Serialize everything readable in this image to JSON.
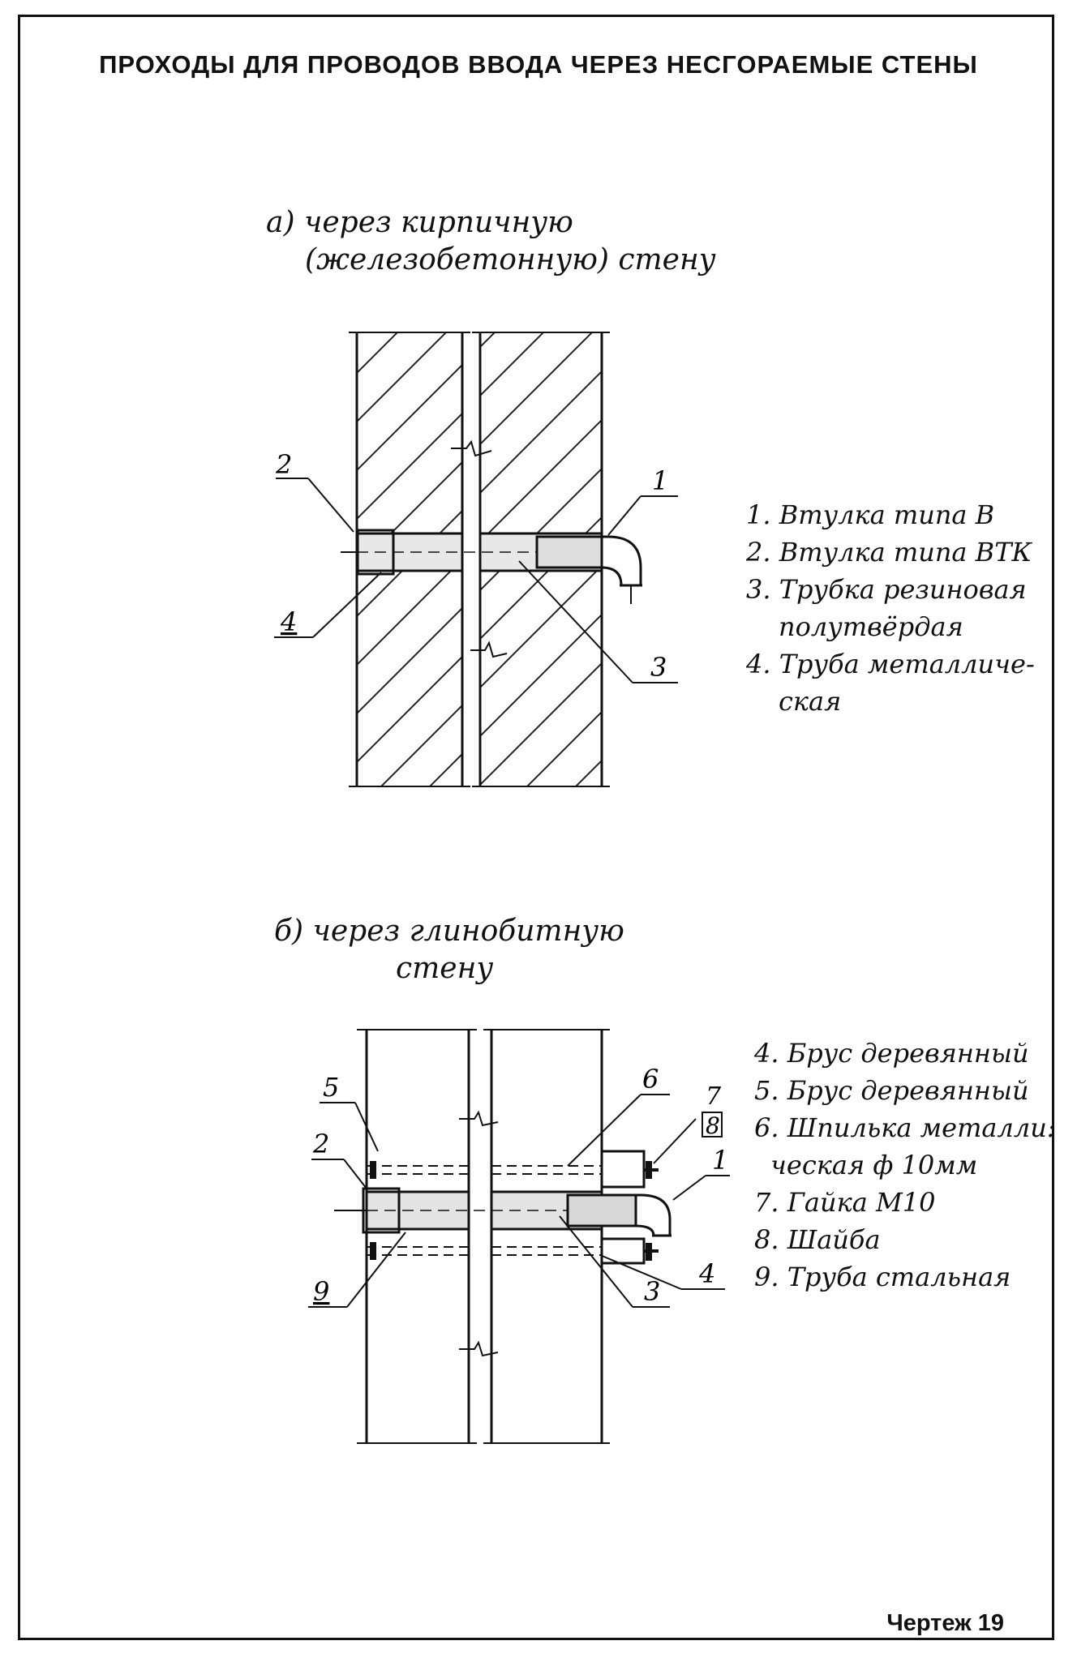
{
  "title": "ПРОХОДЫ ДЛЯ ПРОВОДОВ ВВОДА ЧЕРЕЗ НЕСГОРАЕМЫЕ СТЕНЫ",
  "section_a": {
    "heading_line1": "а) через кирпичную",
    "heading_line2": "(железобетонную) стену",
    "callouts": [
      "1",
      "2",
      "3",
      "4"
    ],
    "legend": [
      "1. Втулка типа В",
      "2. Втулка типа ВТК",
      "3. Трубка резиновая",
      "полутвёрдая",
      "4. Труба металличе-",
      "ская"
    ]
  },
  "section_b": {
    "heading_line1": "б) через глинобитную",
    "heading_line2": "стену",
    "callouts": [
      "1",
      "2",
      "3",
      "4",
      "5",
      "6",
      "7",
      "8",
      "9"
    ],
    "legend": [
      "4. Брус деревянный",
      "5. Брус деревянный",
      "6. Шпилька металли:",
      "ческая ф 10мм",
      "7. Гайка М10",
      "8. Шайба",
      "9. Труба стальная"
    ]
  },
  "footer": "Чертеж 19"
}
